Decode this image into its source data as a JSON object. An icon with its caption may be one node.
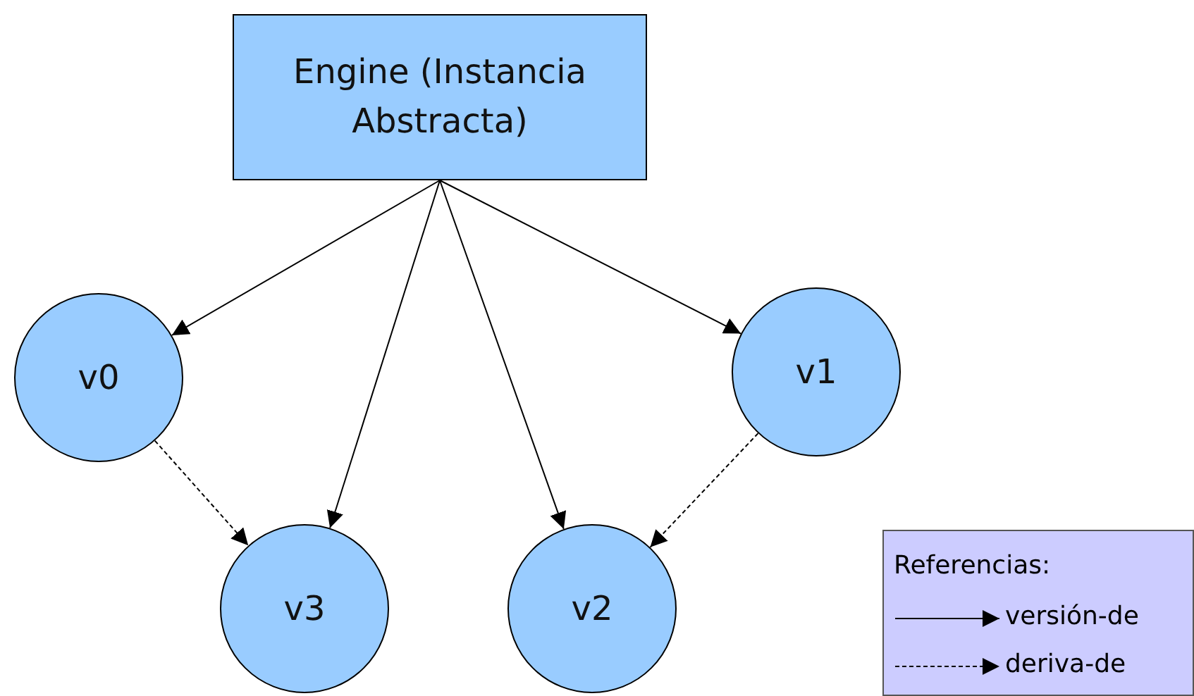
{
  "diagram": {
    "nodes": [
      {
        "text": [
          "Engine (Instancia Abstracta)"
        ]
      },
      {
        "text": [
          "v0"
        ]
      },
      {
        "text": [
          "v1"
        ]
      },
      {
        "text": [
          "v3"
        ]
      },
      {
        "text": [
          "v2"
        ]
      }
    ],
    "edges": [
      {
        "from": 0,
        "to": 1,
        "arrow": "to"
      },
      {
        "from": 0,
        "to": 3,
        "arrow": "to"
      },
      {
        "from": 0,
        "to": 4,
        "arrow": "to"
      },
      {
        "from": 0,
        "to": 2,
        "arrow": "to"
      },
      {
        "from": 1,
        "to": 3,
        "arrow": "to",
        "style": "dashed"
      },
      {
        "from": 2,
        "to": 4,
        "arrow": "to",
        "style": "dashed"
      }
    ],
    "labels": [
      "Referencias:"
    ],
    "legend": [
      {
        "text": "versión-de"
      },
      {
        "text": "deriva-de"
      }
    ]
  }
}
